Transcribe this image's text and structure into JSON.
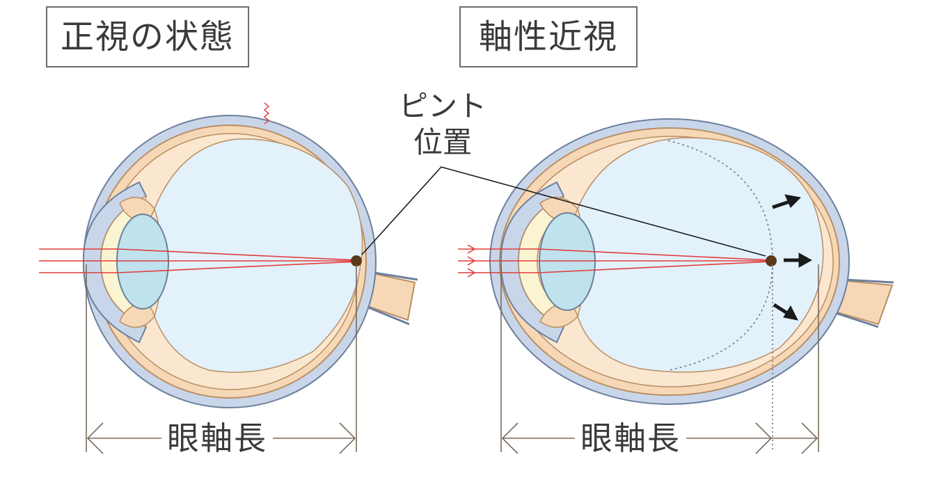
{
  "diagram": {
    "left_title": "正視の状態",
    "right_title": "軸性近視",
    "focus_label": [
      "ピント",
      "位置"
    ],
    "axis_label_left": "眼軸長",
    "axis_label_right": "眼軸長"
  },
  "colors": {
    "sclera": "#c9d6ea",
    "sclera_outline": "#6b7f9c",
    "choroid": "#f6d8b6",
    "choroid_outline": "#b98e63",
    "vitreous": "#e2f1fa",
    "lens": "#bfe2ec",
    "cornea_fill": "#fbf4d2",
    "ray": "#e23a3a",
    "focus_point": "#5a3a1a",
    "dimension_line": "#7a6a5a",
    "arrow": "#1a1a1a"
  }
}
